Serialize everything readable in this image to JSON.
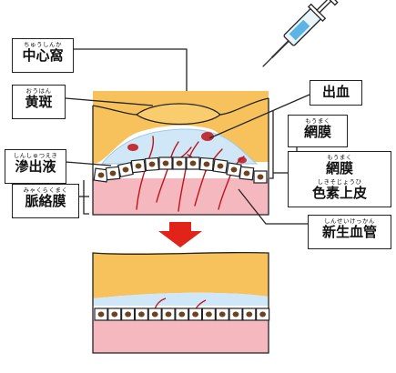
{
  "colors": {
    "retina": "#f7c25c",
    "retina_dark": "#e8a83a",
    "fluid": "#cfe7f7",
    "choroid": "#f6b8bf",
    "blood": "#c0121a",
    "nucleus": "#6e4320",
    "arrow": "#e2231a",
    "line": "#1a1a1a"
  },
  "labels": {
    "fovea": {
      "ruby": "ちゅうしんか",
      "text": "中心窩"
    },
    "macula": {
      "ruby": "おうはん",
      "text": "黄斑"
    },
    "exudate": {
      "ruby": "しんしゅつえき",
      "text": "滲出液"
    },
    "choroid": {
      "ruby": "みゃくらくまく",
      "text": "脈絡膜"
    },
    "hemorrhage": {
      "ruby": "",
      "text": "出血"
    },
    "retina": {
      "ruby": "もうまく",
      "text": "網膜"
    },
    "rpe": {
      "ruby1": "もうまく",
      "line1": "網膜",
      "ruby2": "しきそじょうひ",
      "line2": "色素上皮"
    },
    "cnv": {
      "ruby": "しんせいけっかん",
      "text": "新生血管"
    }
  },
  "icons": {
    "syringe": "syringe-icon",
    "arrow": "down-arrow-icon"
  }
}
